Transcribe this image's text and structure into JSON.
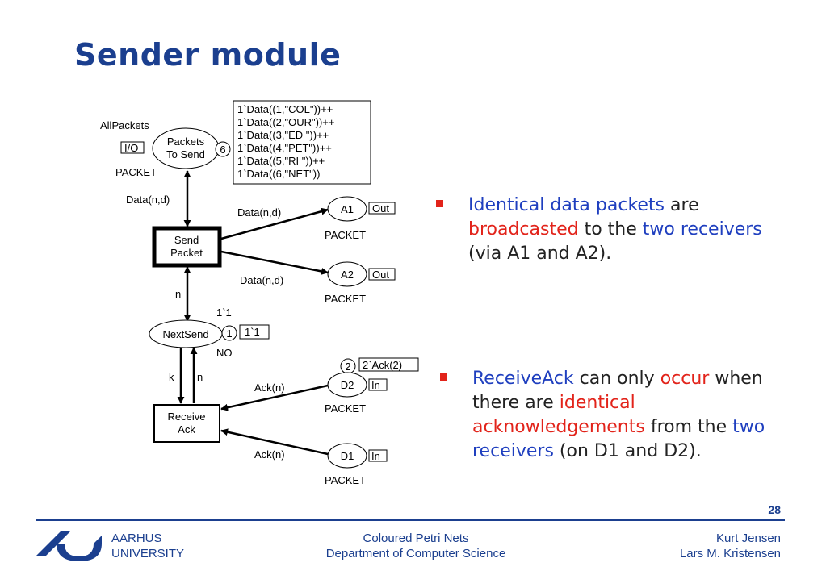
{
  "title": "Sender module",
  "diagram": {
    "places": {
      "packets_to_send": {
        "name_line1": "Packets",
        "name_line2": "To Send",
        "token_count": "6",
        "port_tag": "I/O",
        "color_set": "PACKET",
        "fusion_label": "AllPackets"
      },
      "a1": {
        "name": "A1",
        "port_tag": "Out",
        "color_set": "PACKET"
      },
      "a2": {
        "name": "A2",
        "port_tag": "Out",
        "color_set": "PACKET"
      },
      "next_send": {
        "name": "NextSend",
        "token_count": "1",
        "marking": "1`1",
        "initial_marking": "1`1",
        "color_set": "NO"
      },
      "d2": {
        "name": "D2",
        "port_tag": "In",
        "color_set": "PACKET",
        "token_count": "2",
        "marking": "2`Ack(2)"
      },
      "d1": {
        "name": "D1",
        "port_tag": "In",
        "color_set": "PACKET"
      }
    },
    "packets_marking": [
      "1`Data((1,\"COL\"))++",
      "1`Data((2,\"OUR\"))++",
      "1`Data((3,\"ED \"))++",
      "1`Data((4,\"PET\"))++",
      "1`Data((5,\"RI  \"))++",
      "1`Data((6,\"NET\"))"
    ],
    "transitions": {
      "send_packet": {
        "line1": "Send",
        "line2": "Packet"
      },
      "receive_ack": {
        "line1": "Receive",
        "line2": "Ack"
      }
    },
    "arcs": {
      "packets_send": "Data(n,d)",
      "send_a1": "Data(n,d)",
      "send_a2": "Data(n,d)",
      "next_send_send": "n",
      "next_receive_k": "k",
      "receive_next_n": "n",
      "d2_receive": "Ack(n)",
      "d1_receive": "Ack(n)"
    }
  },
  "bullets": [
    {
      "segments": [
        {
          "text": "Identical data packets",
          "color": "blue"
        },
        {
          "text": " are ",
          "color": "normal"
        },
        {
          "text": "broadcasted",
          "color": "red"
        },
        {
          "text": " to the ",
          "color": "normal"
        },
        {
          "text": "two receivers",
          "color": "blue"
        },
        {
          "text": " (via A1 and A2).",
          "color": "normal"
        }
      ]
    },
    {
      "segments": [
        {
          "text": "ReceiveAck",
          "color": "blue"
        },
        {
          "text": " can only ",
          "color": "normal"
        },
        {
          "text": "occur",
          "color": "red"
        },
        {
          "text": " when there are ",
          "color": "normal"
        },
        {
          "text": "identical acknowledgements",
          "color": "red"
        },
        {
          "text": " from the ",
          "color": "normal"
        },
        {
          "text": "two receivers",
          "color": "blue"
        },
        {
          "text": " (on D1 and D2).",
          "color": "normal"
        }
      ]
    }
  ],
  "footer": {
    "page_number": "28",
    "university_line1": "AARHUS",
    "university_line2": "UNIVERSITY",
    "course": "Coloured Petri Nets",
    "department": "Department of Computer Science",
    "author1": "Kurt Jensen",
    "author2": "Lars M. Kristensen"
  },
  "colors": {
    "title": "#1b3f8f",
    "accent_blue": "#1f3fbf",
    "accent_red": "#e2231a",
    "footer": "#1b3f8f"
  }
}
